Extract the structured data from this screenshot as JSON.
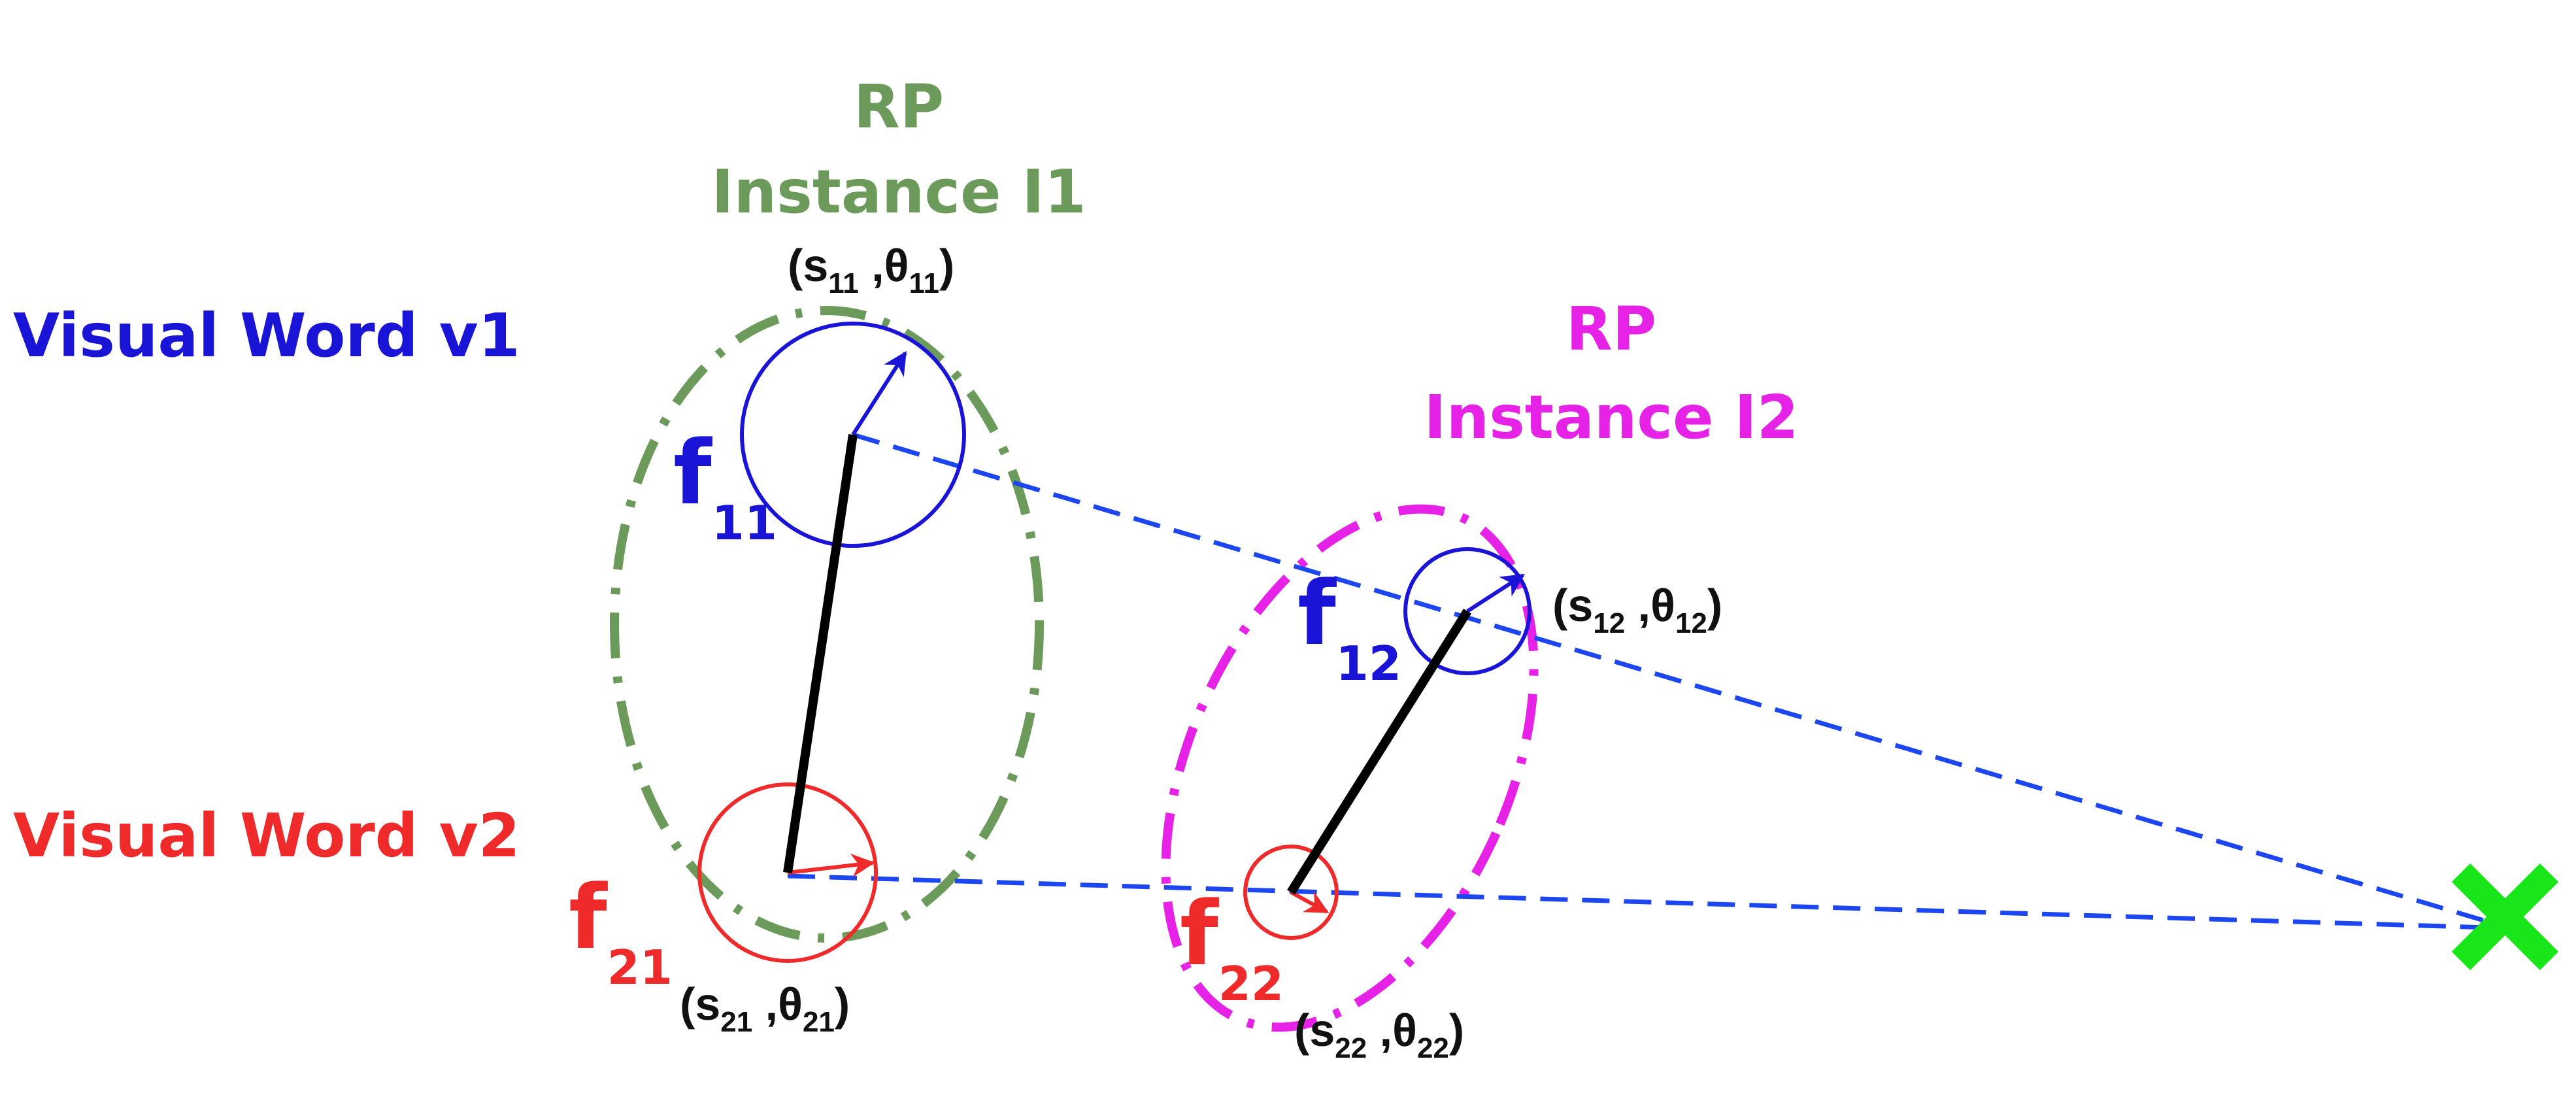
{
  "colors": {
    "blue": "#1a14d6",
    "red": "#ee2a2a",
    "green": "#6b9a5a",
    "magenta": "#e622e6",
    "link": "#000000",
    "dash_blue": "#1c46f0",
    "intersection": "#19e619"
  },
  "visual_words": {
    "v1": "Visual Word v1",
    "v2": "Visual Word v2"
  },
  "instances": {
    "i1": {
      "line1": "RP",
      "line2": "Instance I1"
    },
    "i2": {
      "line1": "RP",
      "line2": "Instance I2"
    }
  },
  "features": {
    "f11": {
      "base": "f",
      "sub": "11",
      "param": {
        "s": "s",
        "s_sub": "11",
        "theta": "θ",
        "theta_sub": "11"
      }
    },
    "f12": {
      "base": "f",
      "sub": "12",
      "param": {
        "s": "s",
        "s_sub": "12",
        "theta": "θ",
        "theta_sub": "12"
      }
    },
    "f21": {
      "base": "f",
      "sub": "21",
      "param": {
        "s": "s",
        "s_sub": "21",
        "theta": "θ",
        "theta_sub": "21"
      }
    },
    "f22": {
      "base": "f",
      "sub": "22",
      "param": {
        "s": "s",
        "s_sub": "22",
        "theta": "θ",
        "theta_sub": "22"
      }
    }
  },
  "intersection_marker": {
    "icon": "x-mark-icon"
  }
}
